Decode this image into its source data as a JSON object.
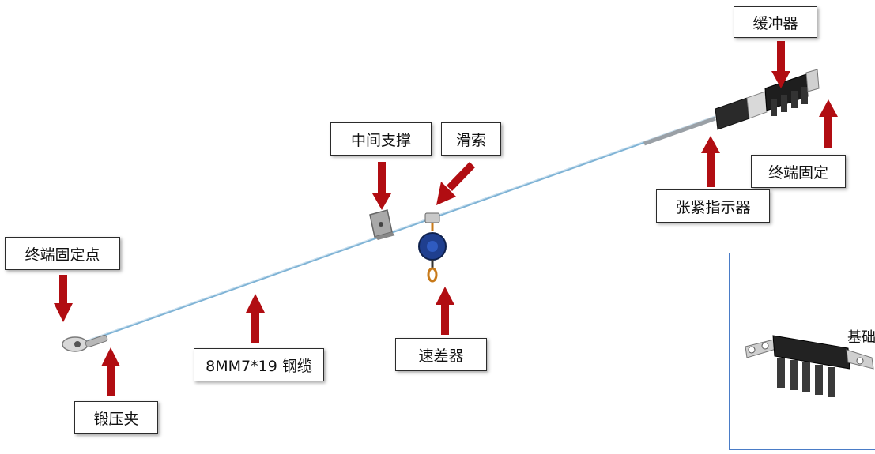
{
  "labels": {
    "buffer": "缓冲器",
    "end_fixing": "终端固定",
    "tension_indicator": "张紧指示器",
    "middle_support": "中间支撑",
    "sliding_cable": "滑索",
    "end_fixing_point": "终端固定点",
    "wire_rope": "8MM7*19 钢缆",
    "fall_arrester": "速差器",
    "swage_clamp": "锻压夹"
  },
  "inset": {
    "title": "基础"
  },
  "colors": {
    "arrow": "#b10d12",
    "cable": "#7fb3d5",
    "arrester_body": "#1f3f8f",
    "inset_border": "#4a7cc7",
    "hardware": "#9a9a9a"
  }
}
